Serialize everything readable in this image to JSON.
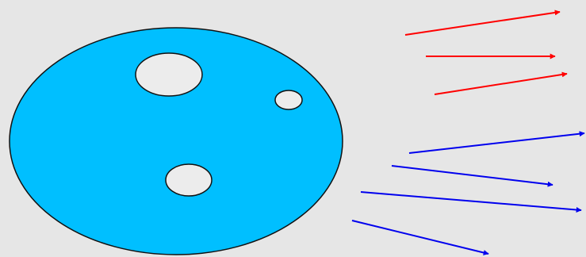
{
  "diagram": {
    "background_color": "#e6e6e6",
    "body": {
      "fill_color": "#00bfff",
      "outline_color": "#111111",
      "hole_fill_color": "#ececec",
      "hole_count": 3
    },
    "arrows": {
      "red": {
        "color": "#ff0000",
        "count": 3
      },
      "blue": {
        "color": "#0000ee",
        "count": 4
      }
    }
  }
}
